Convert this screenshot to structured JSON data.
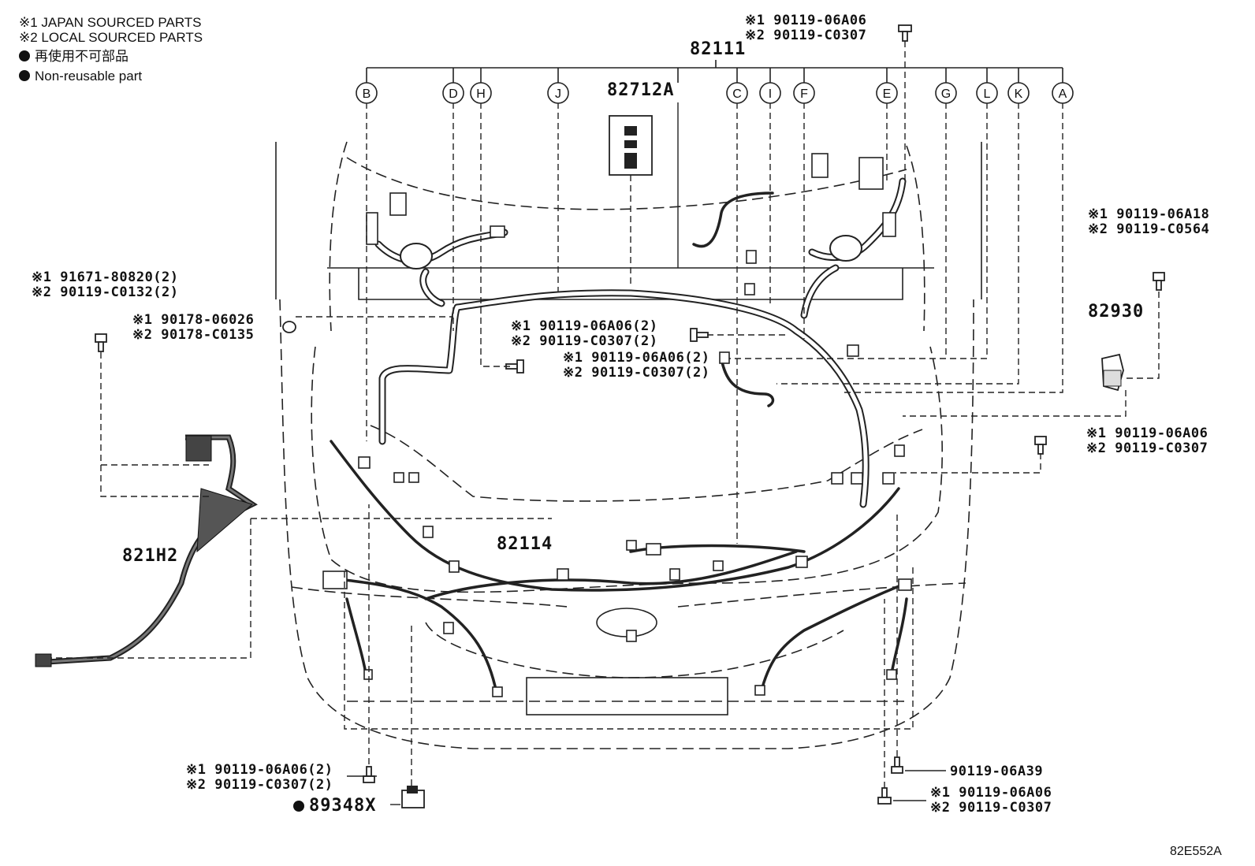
{
  "legend": {
    "japan": "※1 JAPAN SOURCED PARTS",
    "local": "※2 LOCAL SOURCED PARTS",
    "nonreusable_jp": "再使用不可部品",
    "nonreusable_en": "Non-reusable part"
  },
  "parts": {
    "main": "82111",
    "relay_block": "82712A",
    "lower_harness": "82114",
    "side_harness": "821H2",
    "module": "82930",
    "clamp": "89348X",
    "sheet_id": "82E552A"
  },
  "connector_letters": [
    "B",
    "D",
    "H",
    "J",
    "C",
    "I",
    "F",
    "E",
    "G",
    "L",
    "K",
    "A"
  ],
  "bolts": {
    "top_1": "※1 90119-06A06",
    "top_2": "※2 90119-C0307",
    "left1_1": "※1 91671-80820(2)",
    "left1_2": "※2 90119-C0132(2)",
    "left2_1": "※1 90178-06026",
    "left2_2": "※2 90178-C0135",
    "mid1_1": "※1 90119-06A06(2)",
    "mid1_2": "※2 90119-C0307(2)",
    "mid2_1": "※1 90119-06A06(2)",
    "mid2_2": "※2 90119-C0307(2)",
    "right1_1": "※1 90119-06A18",
    "right1_2": "※2 90119-C0564",
    "right2_1": "※1 90119-06A06",
    "right2_2": "※2 90119-C0307",
    "bottomleft_1": "※1 90119-06A06(2)",
    "bottomleft_2": "※2 90119-C0307(2)",
    "bottomright_single": "90119-06A39",
    "bottomright_1": "※1 90119-06A06",
    "bottomright_2": "※2 90119-C0307"
  }
}
